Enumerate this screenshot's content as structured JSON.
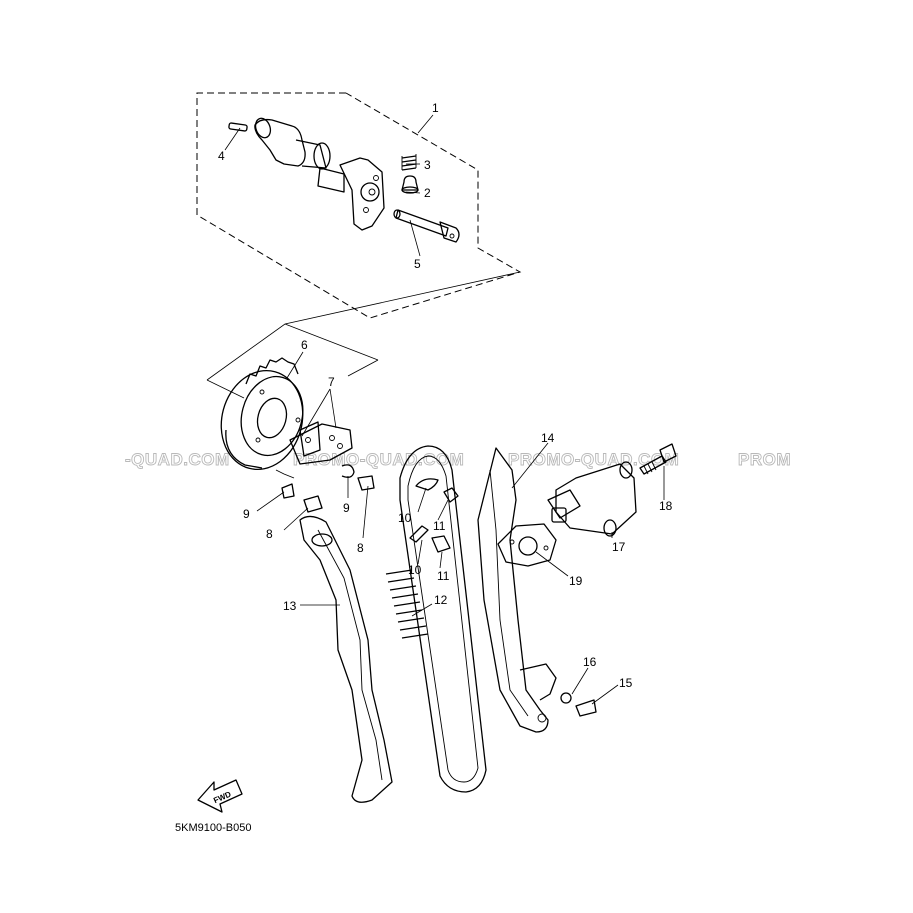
{
  "watermark": {
    "texts": [
      "-QUAD.COM",
      "PROMO-QUAD.COM",
      "PROMO-QUAD.COM",
      "PROM"
    ]
  },
  "diagram_code": "5KM9100-B050",
  "fwd_label": "FWD",
  "callouts": [
    "1",
    "2",
    "3",
    "4",
    "5",
    "6",
    "7",
    "8",
    "8",
    "9",
    "9",
    "10",
    "10",
    "11",
    "11",
    "12",
    "13",
    "14",
    "15",
    "16",
    "17",
    "18",
    "19"
  ]
}
